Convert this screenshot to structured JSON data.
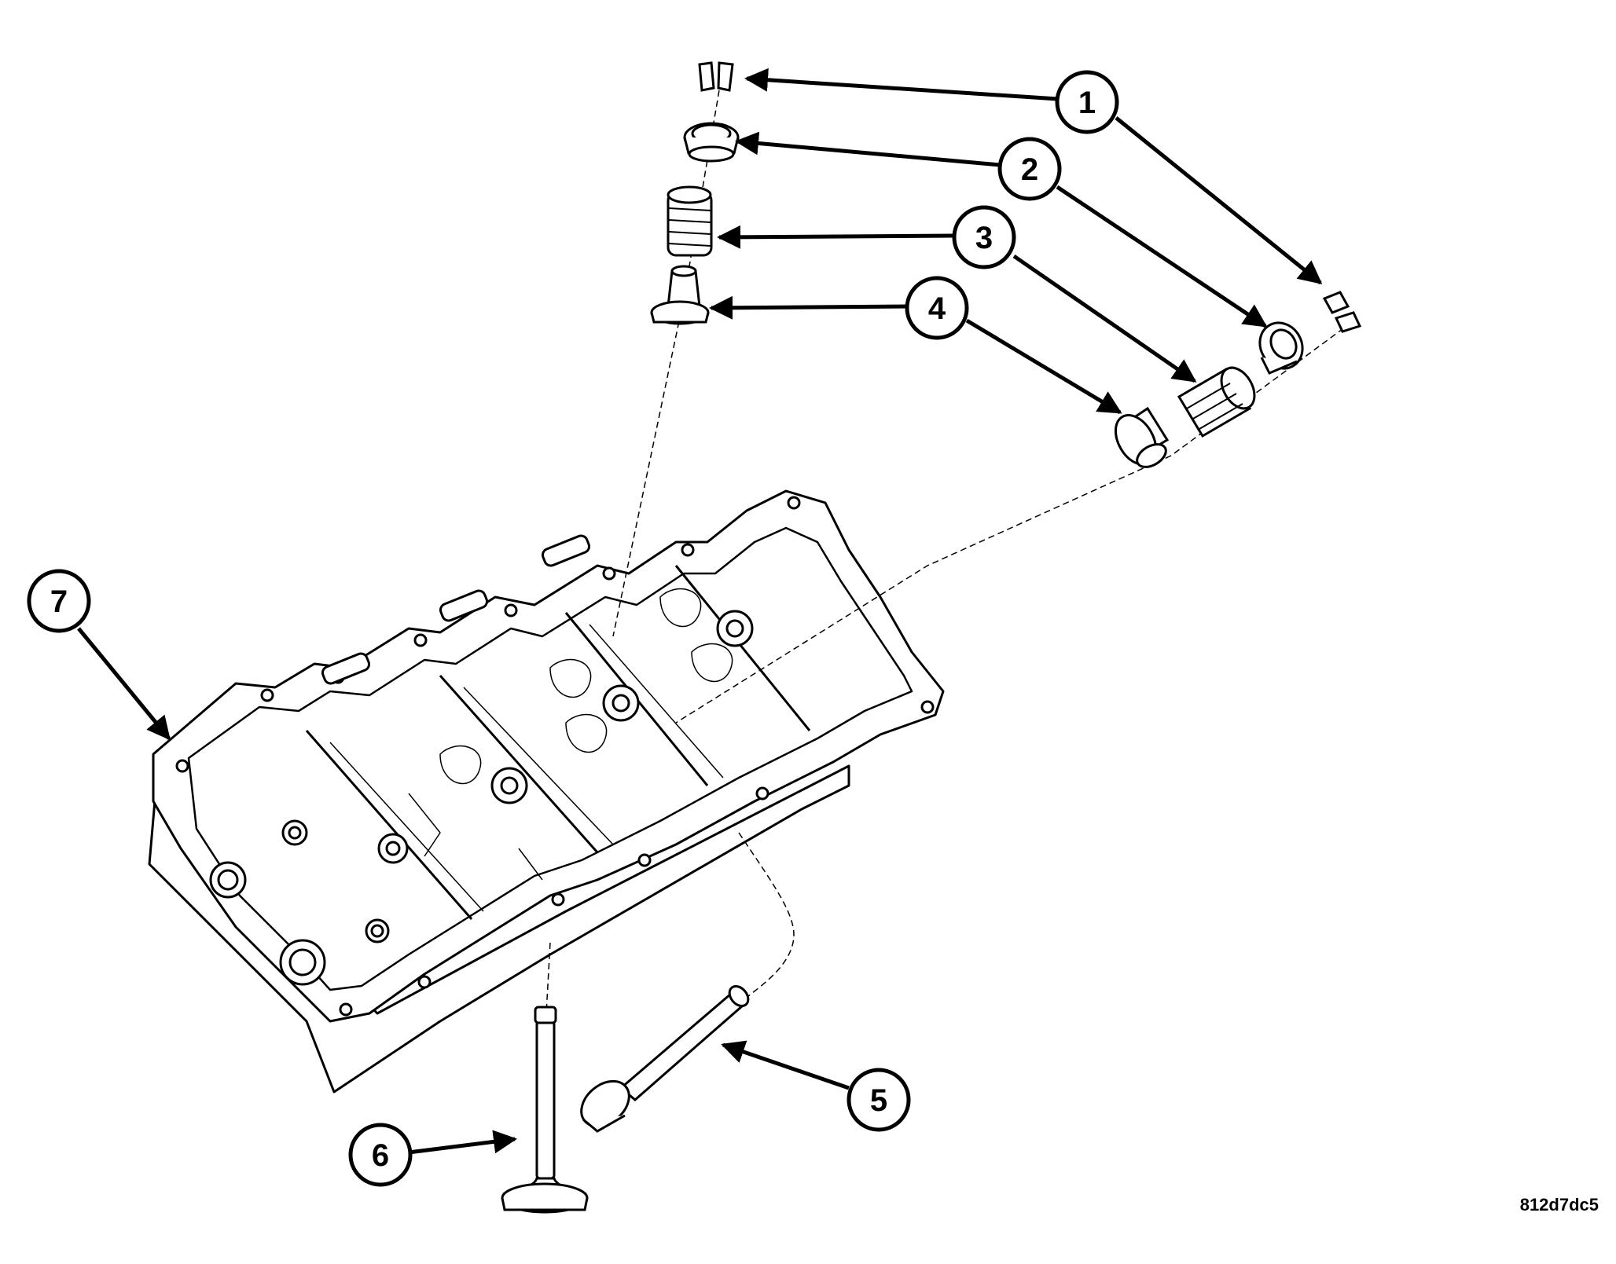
{
  "figure": {
    "id_code": "812d7dc5"
  },
  "callouts": [
    {
      "label": "1"
    },
    {
      "label": "2"
    },
    {
      "label": "3"
    },
    {
      "label": "4"
    },
    {
      "label": "5"
    },
    {
      "label": "6"
    },
    {
      "label": "7"
    }
  ],
  "colors": {
    "ink": "#000000",
    "paper": "#ffffff"
  }
}
